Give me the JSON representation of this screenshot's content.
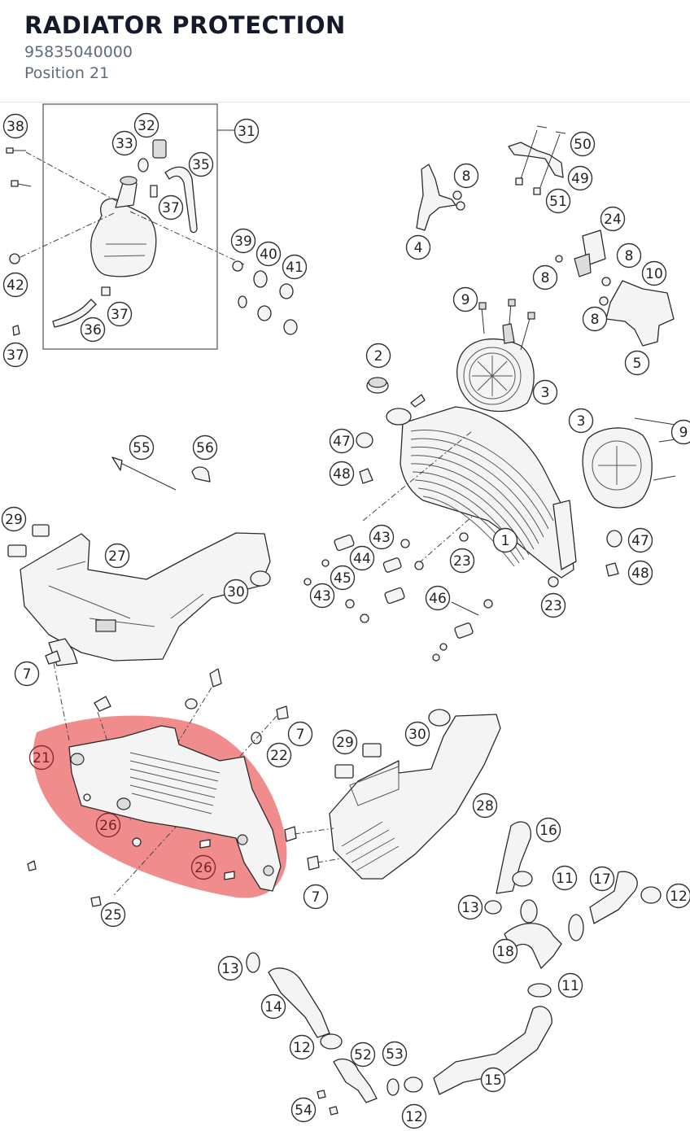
{
  "header": {
    "title": "RADIATOR PROTECTION",
    "part_number": "95835040000",
    "position": "Position 21"
  },
  "diagram": {
    "highlight_color": "#f08080",
    "highlighted_callouts": [
      "21",
      "26"
    ],
    "callouts": [
      {
        "id": "c38",
        "label": "38"
      },
      {
        "id": "c32",
        "label": "32"
      },
      {
        "id": "c33",
        "label": "33"
      },
      {
        "id": "c31",
        "label": "31"
      },
      {
        "id": "c35",
        "label": "35"
      },
      {
        "id": "c37a",
        "label": "37"
      },
      {
        "id": "c39",
        "label": "39"
      },
      {
        "id": "c40",
        "label": "40"
      },
      {
        "id": "c41",
        "label": "41"
      },
      {
        "id": "c42",
        "label": "42"
      },
      {
        "id": "c37b",
        "label": "37"
      },
      {
        "id": "c36",
        "label": "36"
      },
      {
        "id": "c37c",
        "label": "37"
      },
      {
        "id": "c8a",
        "label": "8"
      },
      {
        "id": "c50",
        "label": "50"
      },
      {
        "id": "c49",
        "label": "49"
      },
      {
        "id": "c51",
        "label": "51"
      },
      {
        "id": "c4",
        "label": "4"
      },
      {
        "id": "c24",
        "label": "24"
      },
      {
        "id": "c8b",
        "label": "8"
      },
      {
        "id": "c10",
        "label": "10"
      },
      {
        "id": "c8c",
        "label": "8"
      },
      {
        "id": "c8d",
        "label": "8"
      },
      {
        "id": "c5",
        "label": "5"
      },
      {
        "id": "c9a",
        "label": "9"
      },
      {
        "id": "c2",
        "label": "2"
      },
      {
        "id": "c3a",
        "label": "3"
      },
      {
        "id": "c3b",
        "label": "3"
      },
      {
        "id": "c9b",
        "label": "9"
      },
      {
        "id": "c47a",
        "label": "47"
      },
      {
        "id": "c48a",
        "label": "48"
      },
      {
        "id": "c55",
        "label": "55"
      },
      {
        "id": "c56",
        "label": "56"
      },
      {
        "id": "c29a",
        "label": "29"
      },
      {
        "id": "c27",
        "label": "27"
      },
      {
        "id": "c43a",
        "label": "43"
      },
      {
        "id": "c23a",
        "label": "23"
      },
      {
        "id": "c1",
        "label": "1"
      },
      {
        "id": "c47b",
        "label": "47"
      },
      {
        "id": "c44",
        "label": "44"
      },
      {
        "id": "c45",
        "label": "45"
      },
      {
        "id": "c48b",
        "label": "48"
      },
      {
        "id": "c30a",
        "label": "30"
      },
      {
        "id": "c43b",
        "label": "43"
      },
      {
        "id": "c46",
        "label": "46"
      },
      {
        "id": "c23b",
        "label": "23"
      },
      {
        "id": "c7a",
        "label": "7"
      },
      {
        "id": "c7b",
        "label": "7"
      },
      {
        "id": "c22",
        "label": "22"
      },
      {
        "id": "c29b",
        "label": "29"
      },
      {
        "id": "c30b",
        "label": "30"
      },
      {
        "id": "c21",
        "label": "21"
      },
      {
        "id": "c26a",
        "label": "26"
      },
      {
        "id": "c26b",
        "label": "26"
      },
      {
        "id": "c28",
        "label": "28"
      },
      {
        "id": "c16",
        "label": "16"
      },
      {
        "id": "c11a",
        "label": "11"
      },
      {
        "id": "c17",
        "label": "17"
      },
      {
        "id": "c12a",
        "label": "12"
      },
      {
        "id": "c7c",
        "label": "7"
      },
      {
        "id": "c25",
        "label": "25"
      },
      {
        "id": "c13a",
        "label": "13"
      },
      {
        "id": "c18",
        "label": "18"
      },
      {
        "id": "c11b",
        "label": "11"
      },
      {
        "id": "c13b",
        "label": "13"
      },
      {
        "id": "c14",
        "label": "14"
      },
      {
        "id": "c12b",
        "label": "12"
      },
      {
        "id": "c52",
        "label": "52"
      },
      {
        "id": "c53",
        "label": "53"
      },
      {
        "id": "c15",
        "label": "15"
      },
      {
        "id": "c54",
        "label": "54"
      },
      {
        "id": "c12c",
        "label": "12"
      }
    ]
  }
}
